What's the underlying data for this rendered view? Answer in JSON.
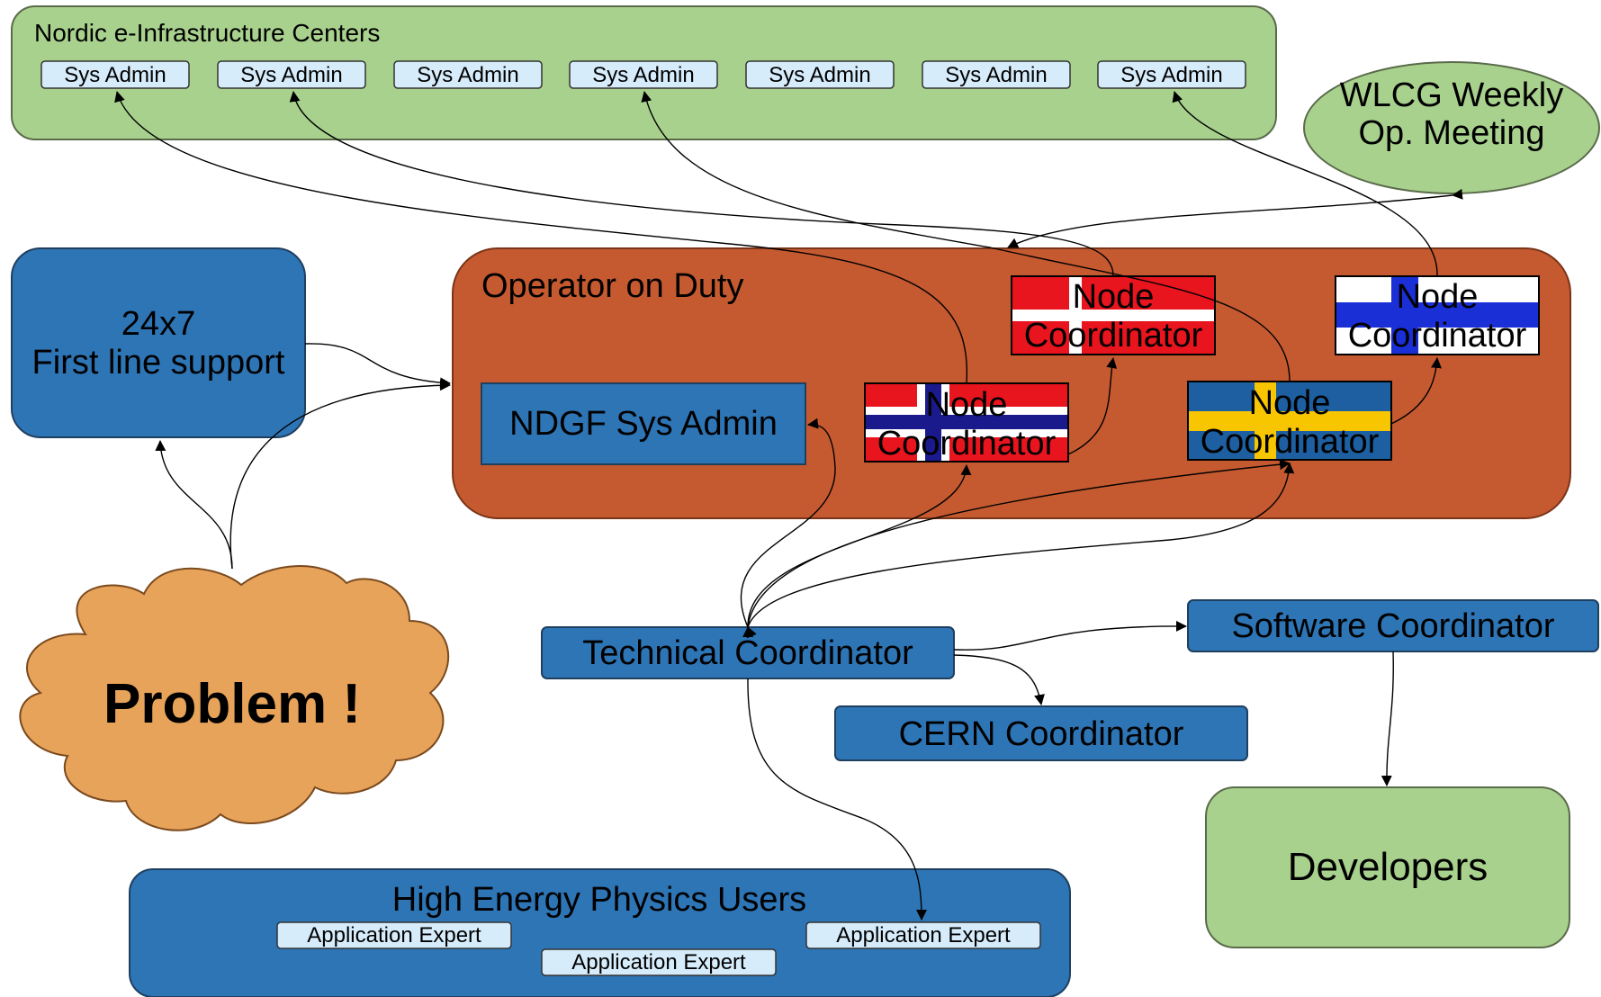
{
  "nordic": {
    "title": "Nordic e-Infrastructure Centers",
    "sys_admins": [
      "Sys Admin",
      "Sys Admin",
      "Sys Admin",
      "Sys Admin",
      "Sys Admin",
      "Sys Admin",
      "Sys Admin"
    ]
  },
  "wlcg": {
    "line1": "WLCG Weekly",
    "line2": "Op. Meeting"
  },
  "first_line": {
    "line1": "24x7",
    "line2": "First line support"
  },
  "operator": {
    "title": "Operator on Duty",
    "ndgf": "NDGF Sys Admin",
    "node_coordinators": [
      {
        "country": "Denmark",
        "line1": "Node",
        "line2": "Coordinator"
      },
      {
        "country": "Finland",
        "line1": "Node",
        "line2": "Coordinator"
      },
      {
        "country": "Norway",
        "line1": "Node",
        "line2": "Coordinator"
      },
      {
        "country": "Sweden",
        "line1": "Node",
        "line2": "Coordinator"
      }
    ]
  },
  "problem": "Problem !",
  "technical_coordinator": "Technical Coordinator",
  "software_coordinator": "Software Coordinator",
  "cern_coordinator": "CERN Coordinator",
  "developers": "Developers",
  "hep": {
    "title": "High Energy Physics Users",
    "experts": [
      "Application Expert",
      "Application Expert",
      "Application Expert"
    ]
  },
  "colors": {
    "green": "#a9d18e",
    "blue": "#2e75b6",
    "orange": "#c55a30",
    "cloud": "#e8a35a",
    "light_blue": "#d6ecfb"
  }
}
